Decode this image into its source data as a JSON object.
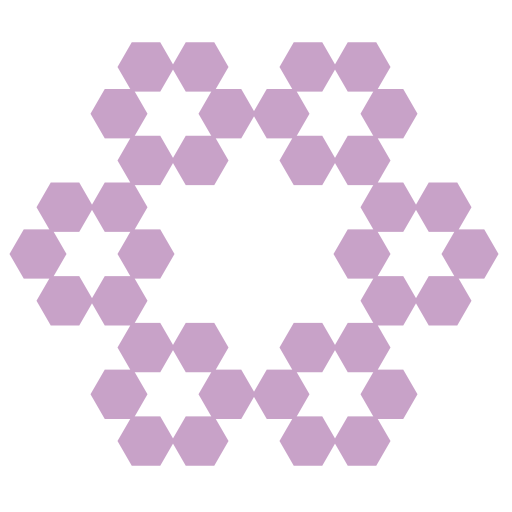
{
  "figure": {
    "shape": "hexaflake",
    "iterations": 2,
    "cluster_count": 6,
    "hexagons_per_cluster": 6,
    "hexagon_orientation": "flat-top",
    "colors": {
      "fill": "#c8a2c8",
      "background": "#ffffff"
    }
  }
}
